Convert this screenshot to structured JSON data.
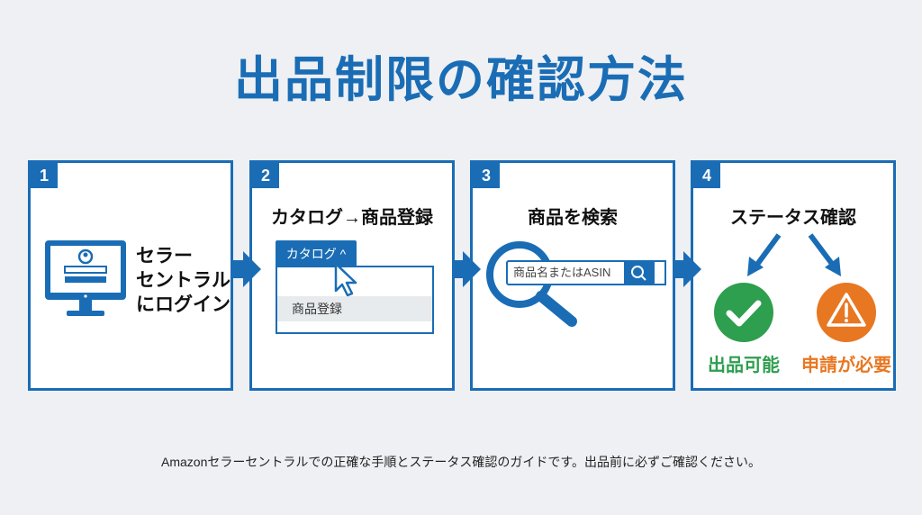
{
  "title": "出品制限の確認方法",
  "steps": [
    {
      "num": "1",
      "lines": [
        "セラー",
        "セントラル",
        "にログイン"
      ]
    },
    {
      "num": "2",
      "title": "カタログ→商品登録",
      "menu_label": "カタログ",
      "menu_item": "商品登録"
    },
    {
      "num": "3",
      "title": "商品を検索",
      "search_placeholder": "商品名またはASIN"
    },
    {
      "num": "4",
      "title": "ステータス確認",
      "ok_label": "出品可能",
      "warn_label": "申請が必要"
    }
  ],
  "footer": "Amazonセラーセントラルでの正確な手順とステータス確認のガイドです。出品前に必ずご確認ください。",
  "colors": {
    "blue": "#1a6db5",
    "green": "#2e9e4f",
    "orange": "#e87722"
  }
}
